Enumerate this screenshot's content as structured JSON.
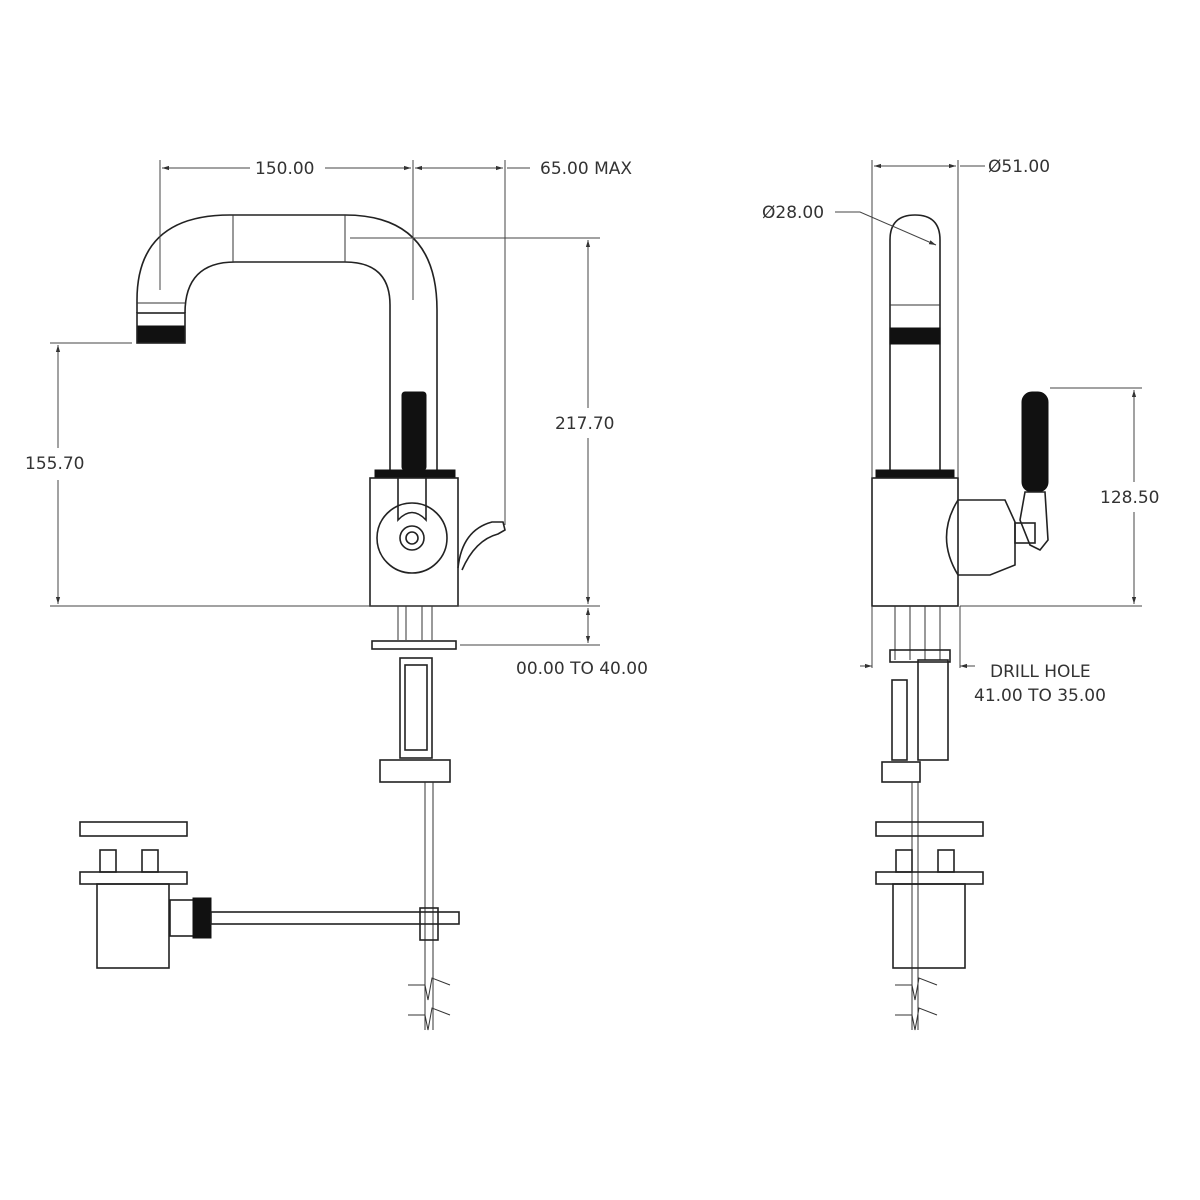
{
  "dimensions": {
    "spout_reach": "150.00",
    "lever_reach": "65.00 MAX",
    "total_height": "217.70",
    "spout_height": "155.70",
    "deck_thickness": "00.00 TO 40.00",
    "body_diameter": "Ø51.00",
    "spout_diameter": "Ø28.00",
    "lever_height": "128.50",
    "drill_hole_label": "DRILL HOLE",
    "drill_hole_range": "41.00 TO 35.00"
  }
}
